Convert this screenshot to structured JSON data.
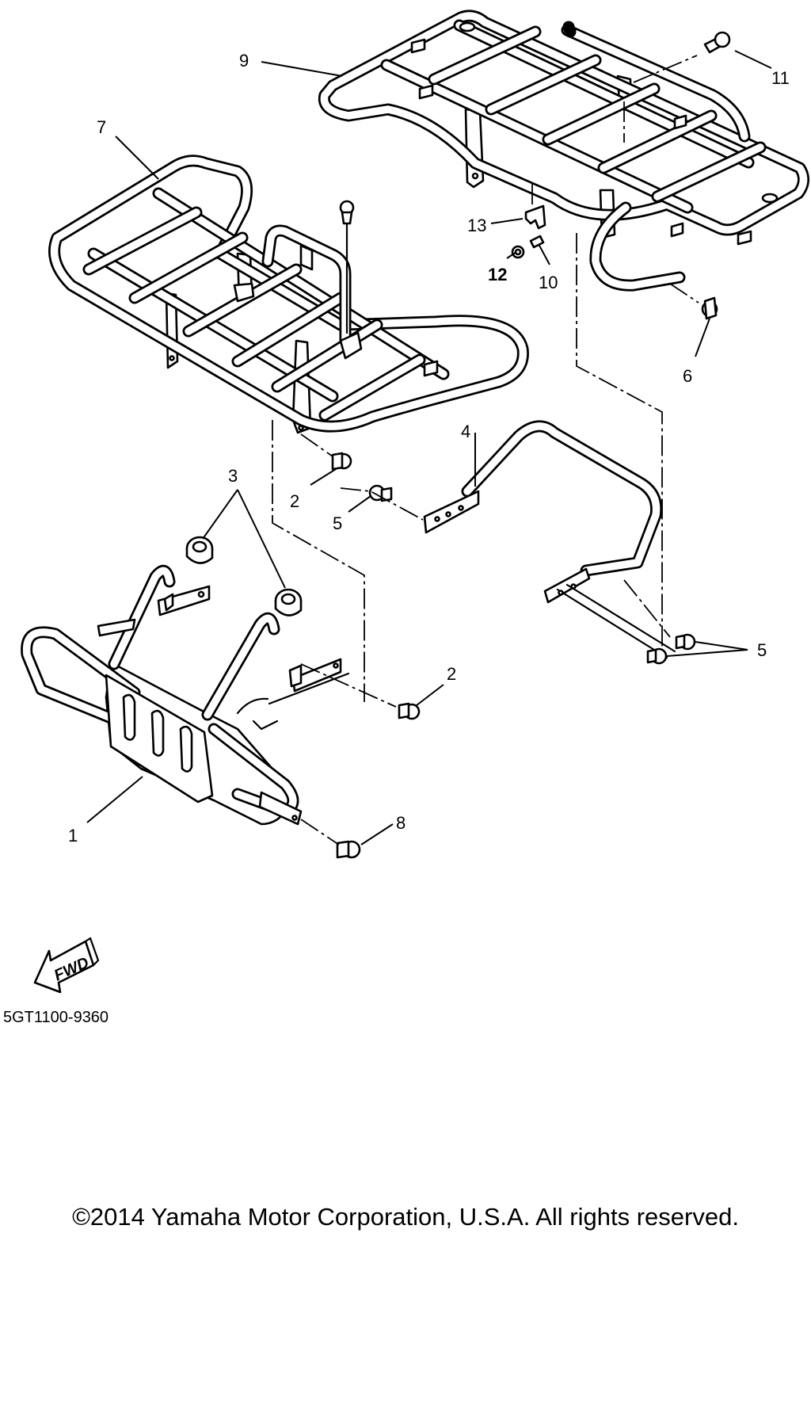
{
  "callouts": {
    "c1": "1",
    "c2a": "2",
    "c2b": "2",
    "c3": "3",
    "c4": "4",
    "c5a": "5",
    "c5b": "5",
    "c6": "6",
    "c7": "7",
    "c8": "8",
    "c9": "9",
    "c10": "10",
    "c11": "11",
    "c12": "12",
    "c13": "13"
  },
  "fwd_label": "FWD",
  "diagram_code": "5GT1100-9360",
  "copyright": "©2014 Yamaha Motor Corporation, U.S.A. All rights reserved."
}
